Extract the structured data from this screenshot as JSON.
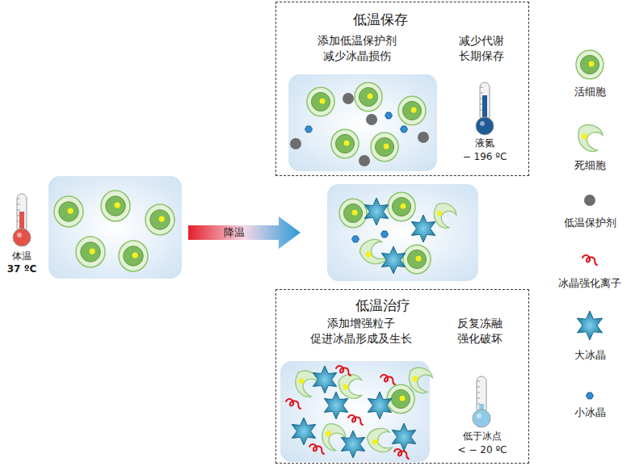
{
  "diagram": {
    "nodes": [
      {
        "text": [
          "低温保存",
          "添加低温保护剂 减少冰晶损伤",
          "减少代谢 长期保存"
        ]
      },
      {
        "text": [
          "低温治疗",
          "添加增强粒子 促进冰晶形成及生长",
          "反复冻融 强化破坏"
        ]
      }
    ],
    "labels": [
      "体温",
      "37 ºC",
      "降温",
      "液氮",
      "− 196 ºC",
      "低于冰点",
      "< − 20 ºC"
    ],
    "legend": [
      {
        "text": "活细胞"
      },
      {
        "text": "死细胞"
      },
      {
        "text": "低温保护剂"
      },
      {
        "text": "冰晶强化离子"
      },
      {
        "text": "大冰晶"
      },
      {
        "text": "小冰晶"
      }
    ]
  }
}
